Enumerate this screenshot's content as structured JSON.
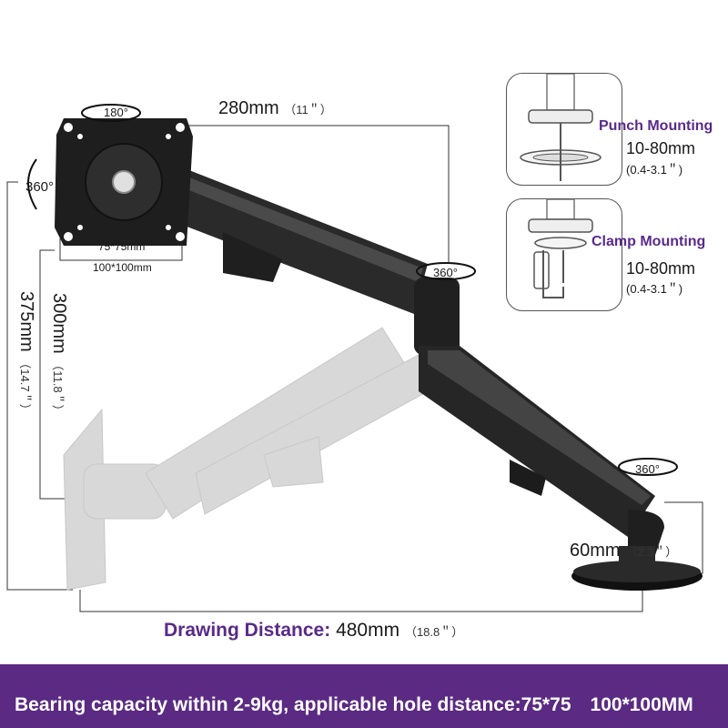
{
  "dimensions": {
    "arm_length": "280mm",
    "arm_length_in": "（11＂）",
    "height_375": "375mm",
    "height_375_in": "（14.7＂）",
    "height_300": "300mm",
    "height_300_in": "（11.8＂）",
    "base_height": "60mm",
    "base_height_in": "（2.3＂）",
    "drawing_distance_label": "Drawing Distance:",
    "drawing_distance_value": "480mm",
    "drawing_distance_in": "（18.8＂）",
    "vesa_75": "75*75mm",
    "vesa_100": "100*100mm"
  },
  "rotations": {
    "tilt": "180°",
    "plate": "360°",
    "elbow": "360°",
    "base": "360°"
  },
  "mounting": {
    "punch_title": "Punch Mounting",
    "punch_range": "10-80mm",
    "punch_range_in": "(0.4-3.1＂)",
    "clamp_title": "Clamp Mounting",
    "clamp_range": "10-80mm",
    "clamp_range_in": "(0.4-3.1＂)"
  },
  "footer": {
    "text": "Bearing capacity within 2-9kg, applicable hole distance:75*75　100*100MM"
  },
  "colors": {
    "accent": "#5b2a83",
    "arm": "#1c1c1c",
    "ghost": "#d6d6d6"
  }
}
